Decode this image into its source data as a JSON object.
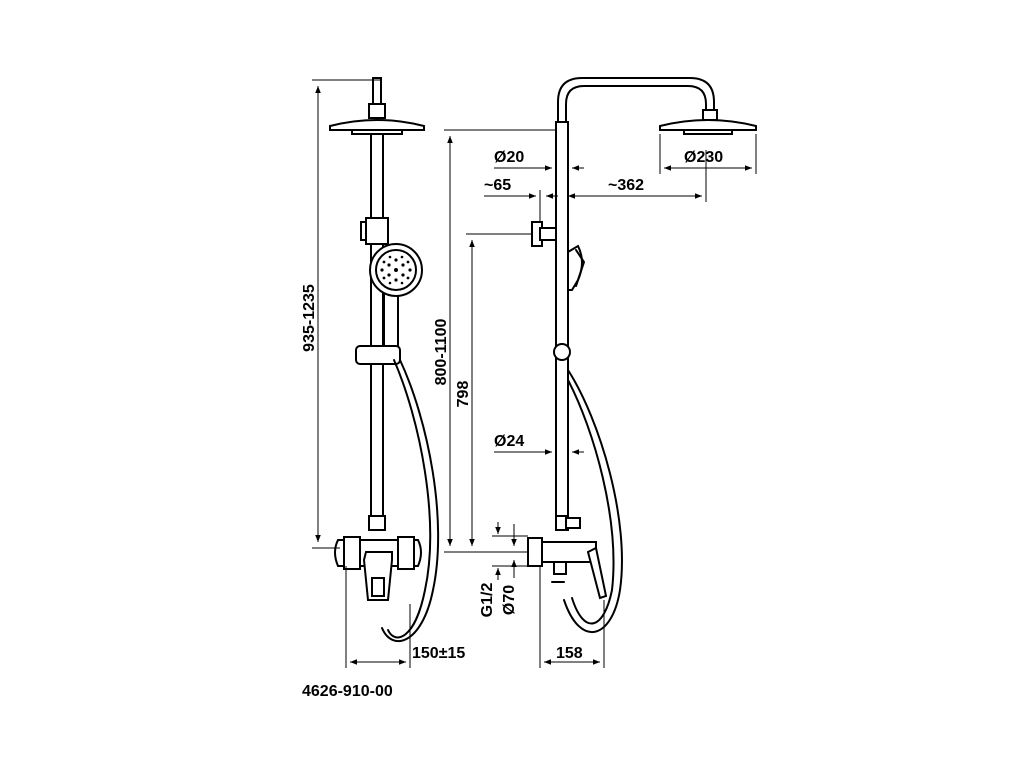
{
  "dimensions": {
    "overall_height": "935-1235",
    "rail_height": "800-1100",
    "mixer_height": "798",
    "spout_projection": "150±15",
    "mixer_depth": "158",
    "pipe_diameter_top": "Ø20",
    "pipe_diameter_bottom": "Ø24",
    "head_diameter": "Ø230",
    "arm_offset": "~65",
    "arm_reach": "~362",
    "inlet_thread": "G1/2",
    "escutcheon_diameter": "Ø70"
  },
  "product_code": "4626-910-00"
}
